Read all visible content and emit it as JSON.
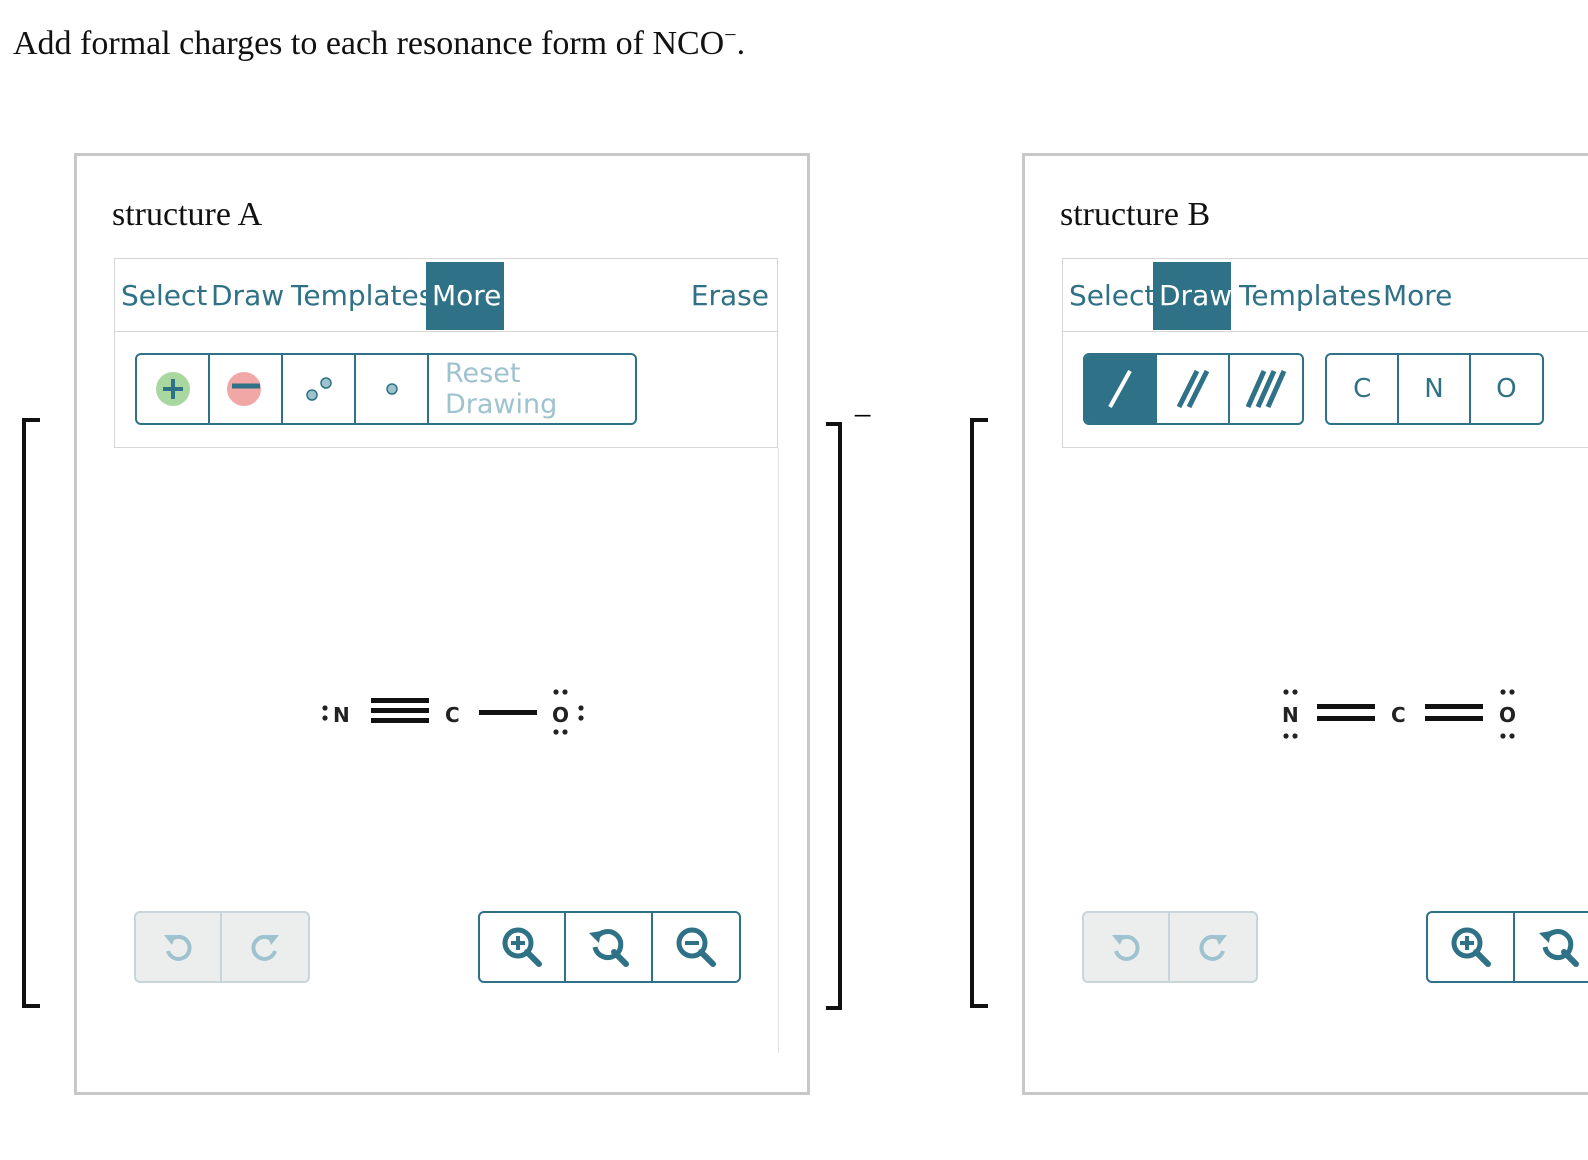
{
  "question": {
    "text": "Add formal charges to each resonance form of NCO",
    "superscript": "−",
    "end": "."
  },
  "charge_outside_bracket": "−",
  "structure_a": {
    "title": "structure A",
    "tabs": [
      "Select",
      "Draw",
      "Templates",
      "More"
    ],
    "active_tab": "More",
    "erase_label": "Erase",
    "tools": [
      "positive-charge",
      "negative-charge",
      "lone-pair",
      "radical"
    ],
    "reset_label": "Reset Drawing",
    "atoms": [
      "N",
      "C",
      "O"
    ],
    "bonds": [
      "triple",
      "single"
    ],
    "icons": [
      "undo",
      "redo",
      "zoom-in",
      "zoom-reset",
      "zoom-out"
    ]
  },
  "structure_b": {
    "title": "structure B",
    "tabs": [
      "Select",
      "Draw",
      "Templates",
      "More"
    ],
    "active_tab": "Draw",
    "bond_tools": [
      "single",
      "double",
      "triple"
    ],
    "active_bond": "single",
    "element_buttons": [
      "C",
      "N",
      "O"
    ],
    "atoms": [
      "N",
      "C",
      "O"
    ],
    "bonds": [
      "double",
      "double"
    ],
    "icons": [
      "undo",
      "redo",
      "zoom-in",
      "zoom-reset"
    ]
  },
  "colors": {
    "accent": "#2f7186",
    "disabled": "#9ec3cf",
    "positive": "#a8d8a0",
    "negative": "#f2a7a7",
    "panel_border": "#c8c8c8"
  }
}
